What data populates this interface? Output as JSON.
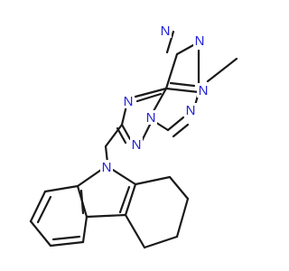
{
  "molecule": {
    "atoms": {
      "n_pyrazole_1": "N",
      "n_pyrazole_2": "N",
      "n_pyrimidine_1": "N",
      "n_pyrimidine_2": "N",
      "n_triazole_1": "N",
      "n_triazole_2": "N",
      "n_triazole_3": "N",
      "n_carbazole": "N"
    },
    "colors": {
      "bond": "#1a1a1a",
      "nitrogen": "#2323d6"
    }
  }
}
